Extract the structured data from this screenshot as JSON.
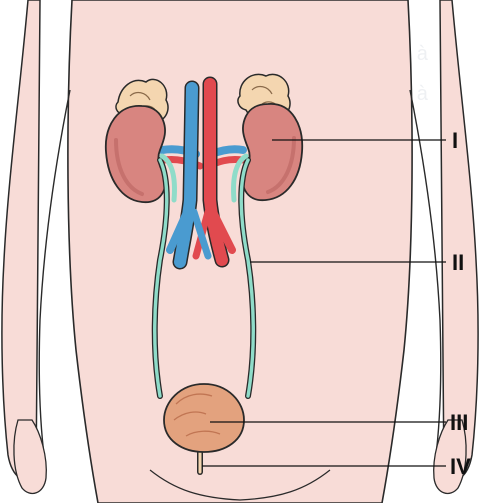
{
  "diagram": {
    "labels": [
      {
        "id": "I",
        "text": "I"
      },
      {
        "id": "II",
        "text": "II"
      },
      {
        "id": "III",
        "text": "III"
      },
      {
        "id": "IV",
        "text": "IV"
      }
    ]
  },
  "colors": {
    "body_skin": "#f8dcd7",
    "background": "#ffffff",
    "kidney": "#d88580",
    "kidney_shadow": "#b8605c",
    "adrenal_gland": "#f4d6b0",
    "artery": "#e14a4f",
    "vein": "#4a9bd0",
    "ureter": "#8fdcc9",
    "bladder": "#e3a27e",
    "outline": "#2a2a2a",
    "leader_line": "#111111"
  }
}
